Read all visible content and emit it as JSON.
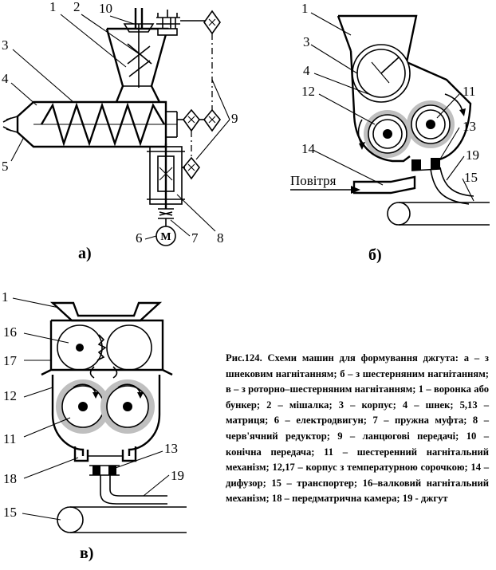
{
  "caption": "Рис.124. Схеми машин для формування джгута: а – з шнековим нагнітанням; б – з шестерняним нагнітанням; в – з роторно–шестерняним нагнітанням; 1 – воронка або бункер; 2 – мішалка; 3 – корпус; 4 – шнек; 5,13 – матриця; 6 – електродвигун; 7 – пружна муфта; 8 – черв'ячний редуктор; 9 – ланцюгові передачі; 10 – конічна передача; 11 – шестеренний нагнітальний механізм; 12,17 – корпус з температурною сорочкою; 14 – дифузор; 15 – транспортер; 16–валковий нагнітальний механізм; 18 – передматрична камера; 19 - джгут",
  "subfigures": {
    "a": "а)",
    "b": "б)",
    "c": "в)"
  },
  "air_label": "Повітря",
  "motor_symbol": "M",
  "diagram_a_labels": {
    "n1": "1",
    "n2": "2",
    "n3": "3",
    "n4": "4",
    "n5": "5",
    "n6": "6",
    "n7": "7",
    "n8": "8",
    "n9": "9",
    "n10": "10"
  },
  "diagram_b_labels": {
    "n1": "1",
    "n3": "3",
    "n4": "4",
    "n11": "11",
    "n12": "12",
    "n13": "13",
    "n14": "14",
    "n15": "15",
    "n19": "19"
  },
  "diagram_c_labels": {
    "n1": "1",
    "n11": "11",
    "n12": "12",
    "n13": "13",
    "n15": "15",
    "n16": "16",
    "n17": "17",
    "n18": "18",
    "n19": "19"
  }
}
